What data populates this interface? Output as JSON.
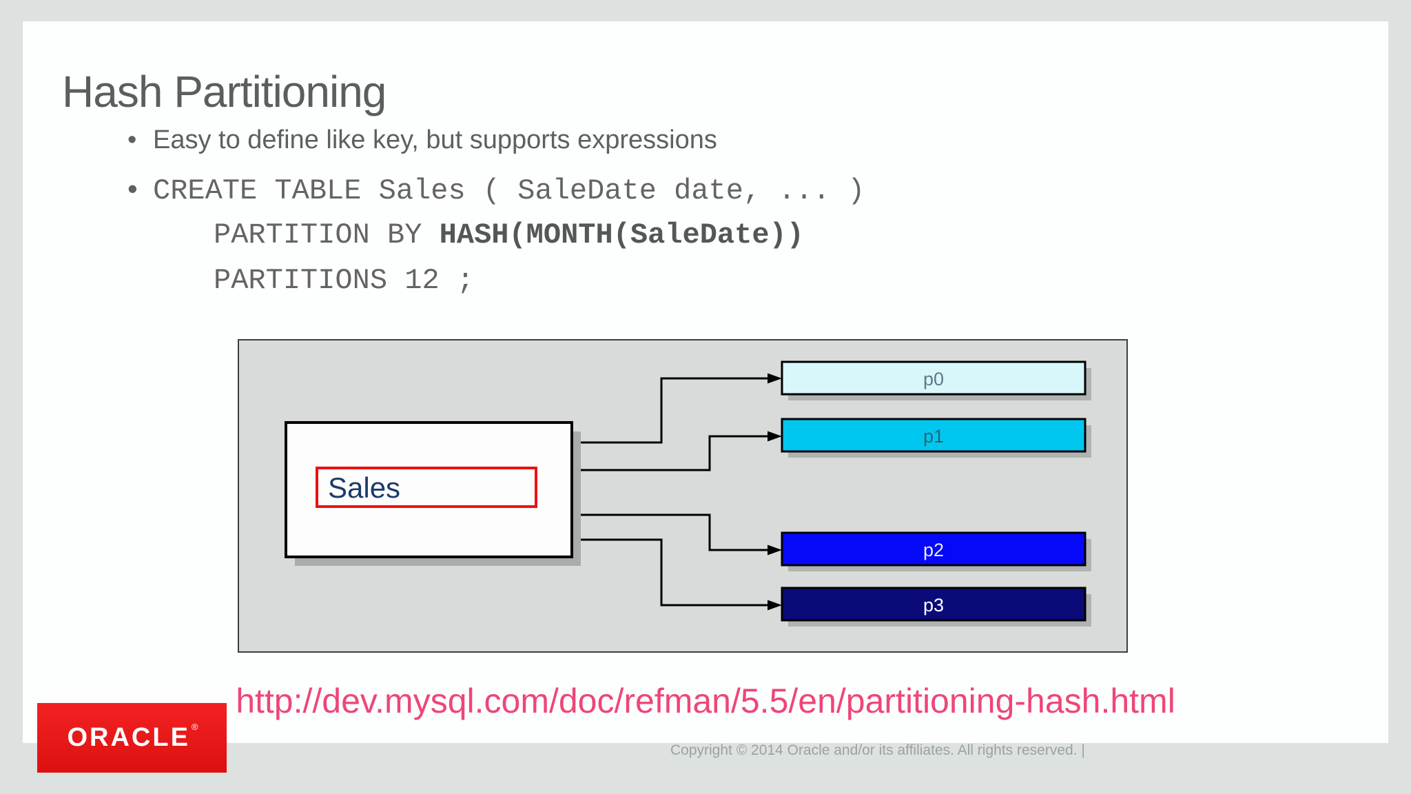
{
  "slide": {
    "title": "Hash Partitioning",
    "bullet_char": "•",
    "bullet1": "Easy to define like key, but supports expressions",
    "code_line1": "CREATE TABLE Sales ( SaleDate date, ... )",
    "code_line2_normal": "PARTITION BY ",
    "code_line2_bold": "HASH(MONTH(SaleDate))",
    "code_line3": "PARTITIONS 12 ;",
    "link_url": "http://dev.mysql.com/doc/refman/5.5/en/partitioning-hash.html"
  },
  "diagram": {
    "source_table_label": "Sales",
    "partitions": [
      {
        "label": "p0",
        "color": "#d7f7fb",
        "text_color": "#60798a"
      },
      {
        "label": "p1",
        "color": "#00c7f0",
        "text_color": "#2f6173"
      },
      {
        "label": "p2",
        "color": "#0608f8",
        "text_color": "#e8e8fa"
      },
      {
        "label": "p3",
        "color": "#0a0a78",
        "text_color": "#ffffff"
      }
    ]
  },
  "footer": {
    "brand": "ORACLE",
    "brand_registered": "®",
    "copyright": "Copyright © 2014 Oracle and/or its affiliates. All rights reserved.  |"
  },
  "colors": {
    "page_margin_gray": "#dde1df",
    "slide_white": "#fdfefe",
    "title_gray": "#5a5e5d",
    "url_pink": "#ee4677",
    "oracle_red": "#e21818",
    "sales_text_navy": "#1b3a6b",
    "sales_highlight_red": "#ee1111",
    "diagram_fill_gray": "#d9dbda"
  }
}
